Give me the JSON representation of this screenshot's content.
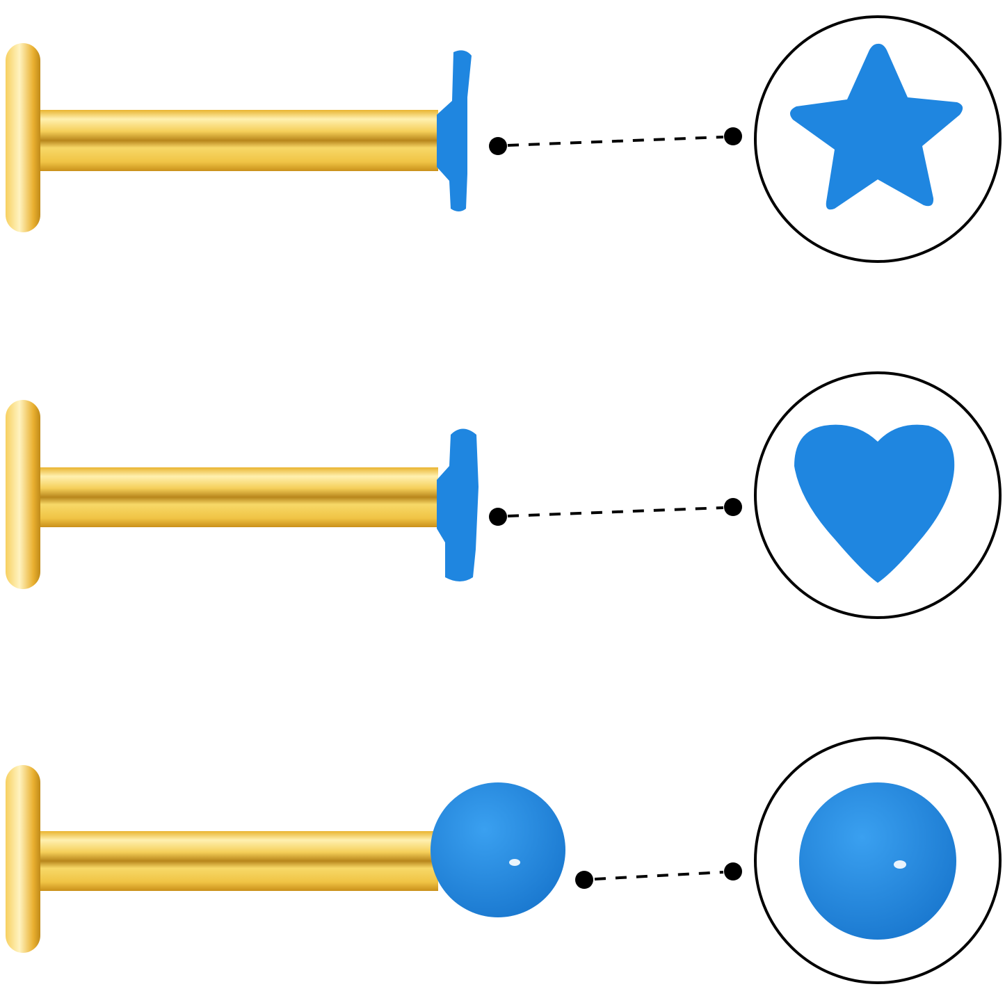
{
  "colors": {
    "background": "#ffffff",
    "gold": "#f2c23c",
    "gold_highlight": "#fff2b8",
    "gold_shadow": "#c9901a",
    "enamel_blue": "#1f86e0",
    "enamel_blue_light": "#3aa0f0",
    "outline": "#000000"
  },
  "items": [
    {
      "end_shape": "star",
      "icon": "star-icon"
    },
    {
      "end_shape": "heart",
      "icon": "heart-icon"
    },
    {
      "end_shape": "ball",
      "icon": "ball-icon"
    }
  ]
}
